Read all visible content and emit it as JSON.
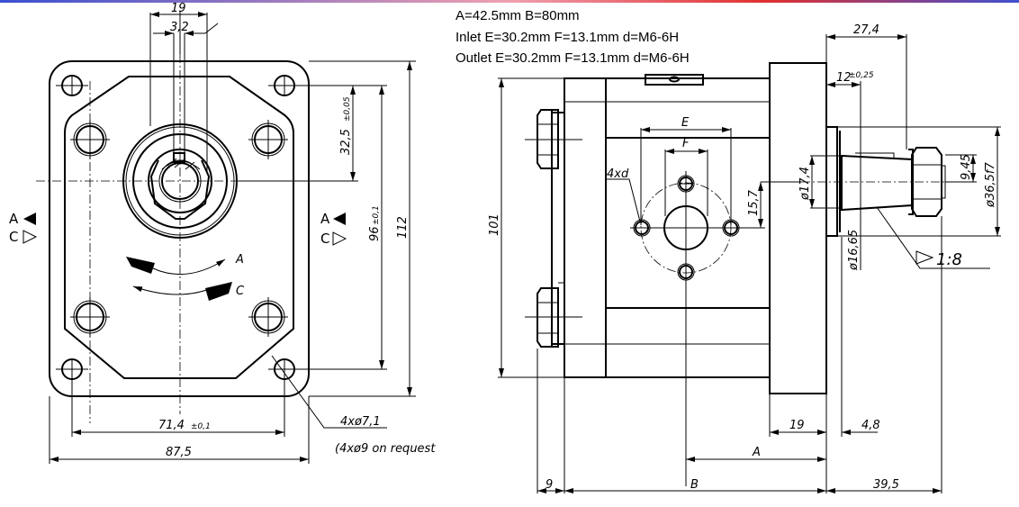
{
  "specs": {
    "line1": "A=42.5mm B=80mm",
    "line2": "Inlet E=30.2mm F=13.1mm d=M6-6H",
    "line3": "Outlet E=30.2mm F=13.1mm d=M6-6H"
  },
  "front_view": {
    "dim_19": "19",
    "dim_3_2": "3,2",
    "dim_32_5": "32,5",
    "dim_32_5_tol": "±0,05",
    "dim_96": "96",
    "dim_96_tol": "±0,1",
    "dim_112": "112",
    "dim_71_4": "71,4",
    "dim_71_4_tol": "±0,1",
    "dim_87_5": "87,5",
    "holes": "4xø7,1",
    "holes_option": "(4xø9 on request",
    "rotation_a": "A",
    "rotation_c": "C",
    "legend_a": "A",
    "legend_c": "C"
  },
  "side_view": {
    "dim_27_4": "27,4",
    "dim_12": "12",
    "dim_12_tol": "±0,25",
    "dim_17_4": "ø17,4",
    "dim_16_65": "ø16,65",
    "dim_9_45": "9,45",
    "dim_36_5": "ø36,5f7",
    "taper": "1:8",
    "dim_101": "101",
    "dim_e": "E",
    "dim_f": "F",
    "dim_4xd": "4xd",
    "dim_15_7": "15,7",
    "dim_19": "19",
    "dim_4_8": "4,8",
    "dim_a": "A",
    "dim_9": "9",
    "dim_b": "B",
    "dim_39_5": "39,5"
  }
}
